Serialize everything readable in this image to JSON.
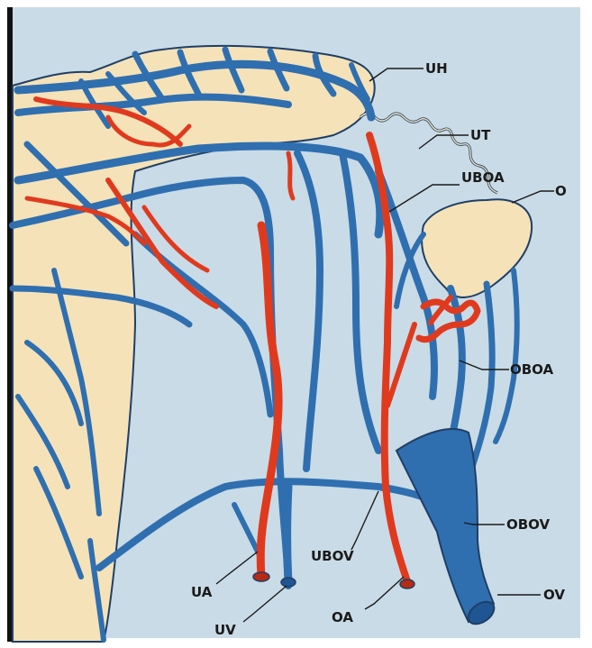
{
  "labels": {
    "uh": "UH",
    "ut": "UT",
    "uboa": "UBOA",
    "o": "O",
    "oboa": "OBOA",
    "obov": "OBOV",
    "ov": "OV",
    "ubov": "UBOV",
    "ua": "UA",
    "uv": "UV",
    "oa": "OA"
  },
  "colors": {
    "background": "#c9dbe6",
    "tissue": "#f5e2b8",
    "vein": "#2f6fb0",
    "artery": "#e03a1e",
    "frame_left": "#111111"
  }
}
